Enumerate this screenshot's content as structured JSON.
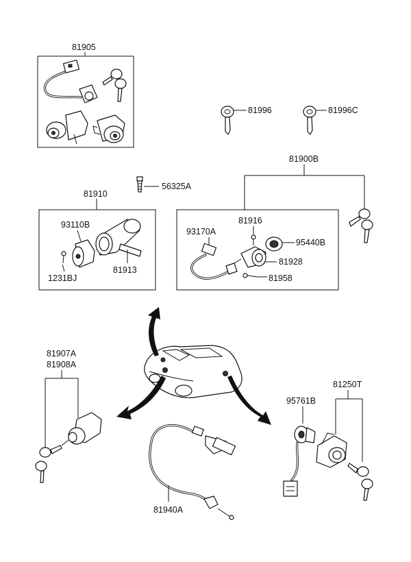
{
  "diagram": {
    "part_numbers": {
      "p81905": "81905",
      "p81996": "81996",
      "p81996C": "81996C",
      "p81900B": "81900B",
      "p56325A": "56325A",
      "p81910": "81910",
      "p93110B": "93110B",
      "p1231BJ": "1231BJ",
      "p81913": "81913",
      "p93170A": "93170A",
      "p81916": "81916",
      "p95440B": "95440B",
      "p81928": "81928",
      "p81958": "81958",
      "p81907A": "81907A",
      "p81908A": "81908A",
      "p95761B": "95761B",
      "p81250T": "81250T",
      "p81940A": "81940A"
    }
  }
}
